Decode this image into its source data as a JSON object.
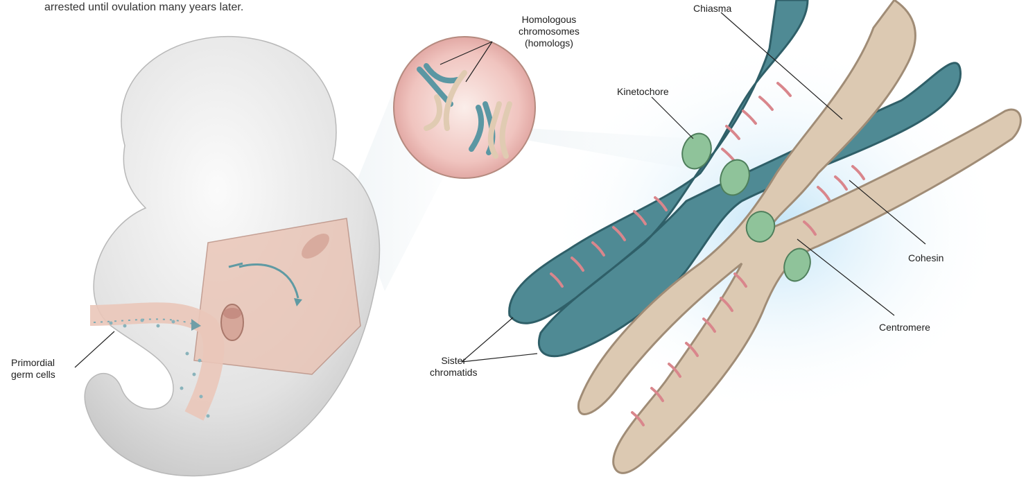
{
  "caption": "arrested until ovulation many years later.",
  "labels": {
    "homologs": "Homologous\nchromosomes\n(homologs)",
    "chiasma": "Chiasma",
    "kinetochore": "Kinetochore",
    "cohesin": "Cohesin",
    "centromere": "Centromere",
    "sister_chromatids": "Sister\nchromatids",
    "primordial_germ_cells": "Primordial\ngerm cells"
  },
  "colors": {
    "chromosome_blue": "#4f8a94",
    "chromosome_blue_dark": "#2f5f68",
    "chromosome_tan": "#dcc9b2",
    "chromosome_tan_dark": "#a08c76",
    "cohesin": "#d9868c",
    "kinetochore": "#8fc39a",
    "embryo": "#e6e6e6",
    "inset_bg": "#f1c7c2",
    "glow": "#bfe3f7"
  }
}
